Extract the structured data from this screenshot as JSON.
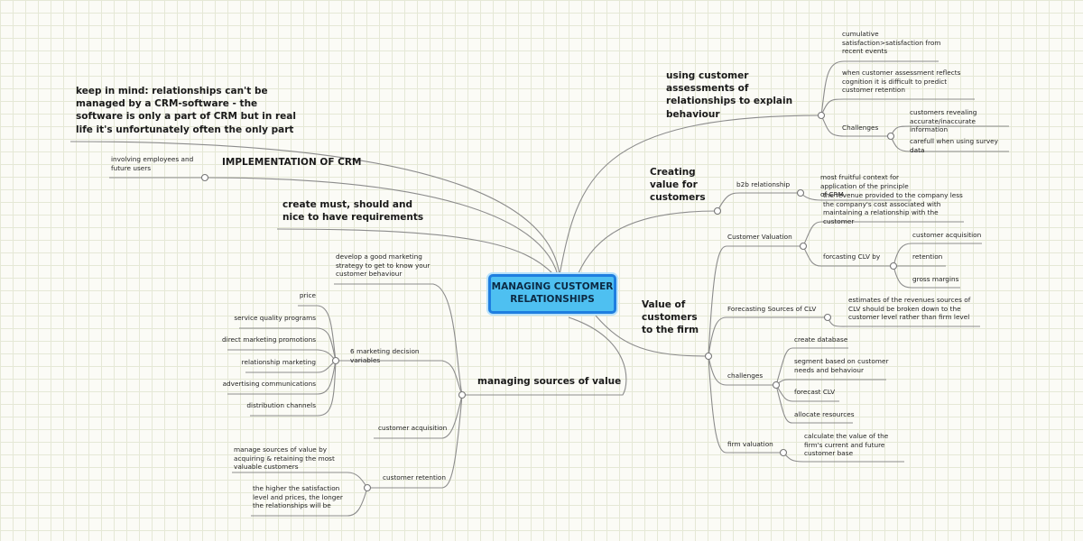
{
  "central": "MANAGING CUSTOMER RELATIONSHIPS",
  "left": {
    "keep_in_mind": "keep in mind: relationships can't be managed by a CRM-software - the software is only a part of CRM but in real life it's unfortunately often the only part",
    "implementation": "IMPLEMENTATION OF CRM",
    "involving": "involving employees and future users",
    "requirements": "create must, should and nice to have requirements",
    "managing_sources": "managing sources of value",
    "develop": "develop a good marketing strategy to get to know your customer behaviour",
    "six_variables": "6 marketing decision variables",
    "variables": [
      "price",
      "service quality programs",
      "direct marketing promotions",
      "relationship marketing",
      "advertising communications",
      "distribution channels"
    ],
    "customer_acquisition": "customer acquisition",
    "customer_retention": "customer retention",
    "retention_notes": [
      "manage sources of value by acquiring & retaining the most valuable customers",
      "the higher the satisfaction level and prices, the longer the relationships will be"
    ]
  },
  "right": {
    "assessments": "using customer assessments of relationships to explain behaviour",
    "assess_notes": [
      "cumulative satisfaction>satisfaction from recent events",
      "when customer assessment reflects cognition it is difficult to predict customer retention"
    ],
    "challenges": "Challenges",
    "challenge_notes": [
      "customers revealing accurate/inaccurate information",
      "carefull when using survey data"
    ],
    "creating_value": "Creating value for customers",
    "b2b": "b2b relationship",
    "b2b_note": "most fruitful context for application of the principle of CRM",
    "value_of_customers": "Value of customers to the firm",
    "customer_valuation": "Customer Valuation",
    "valuation_note": "the revenue provided to the company less the company's cost associated with maintaining a relationship with the customer",
    "forcasting_clv": "forcasting CLV by",
    "clv_items": [
      "customer acquisition",
      "retention",
      "gross margins"
    ],
    "forecasting_sources": "Forecasting Sources of CLV",
    "forecasting_note": "estimates of the revenues sources of CLV should be broken down to the customer level rather than firm level",
    "challenges_lc": "challenges",
    "challenge_items": [
      "create database",
      "segment based on customer needs and behaviour",
      "forecast CLV",
      "allocate resources"
    ],
    "firm_valuation": "firm valuation",
    "firm_note": "calculate the value of the firm's current and future customer base"
  }
}
